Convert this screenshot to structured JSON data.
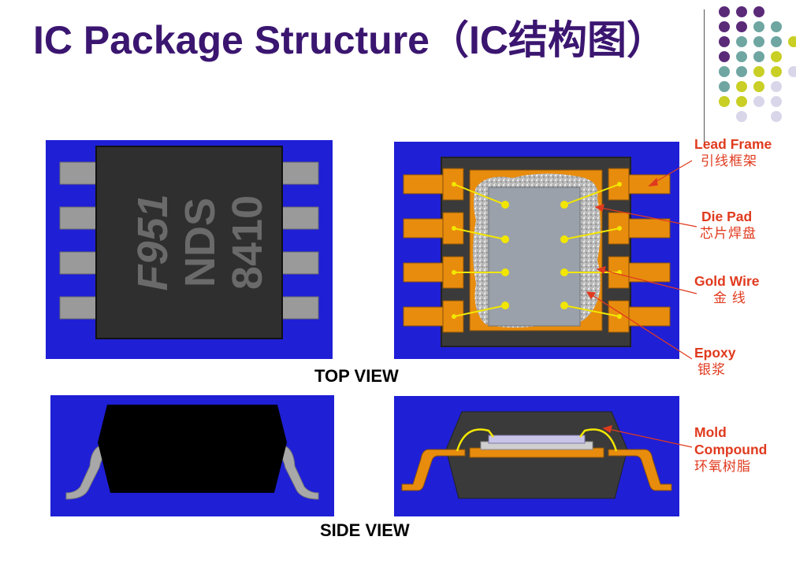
{
  "title": "IC Package Structure（IC结构图）",
  "chip_marking": {
    "line1": "F951",
    "line2": "NDS",
    "line3": "8410"
  },
  "view_labels": {
    "top": "TOP VIEW",
    "side": "SIDE VIEW"
  },
  "callouts": [
    {
      "en": "Lead Frame",
      "cn": "引线框架"
    },
    {
      "en": "Die Pad",
      "cn": "芯片焊盘"
    },
    {
      "en": "Gold Wire",
      "cn": "金 线"
    },
    {
      "en": "Epoxy",
      "cn": "银浆"
    },
    {
      "en": "Mold",
      "en2": "Compound",
      "cn": "环氧树脂"
    }
  ],
  "colors": {
    "title": "#3b1670",
    "panel_blue": "#1f1fd6",
    "chip_body": "#2f2f2f",
    "lead_gold": "#e88c0e",
    "wire": "#f2e600",
    "callout_red": "#e03a1e",
    "dot_purple": "#5a2a78",
    "dot_teal": "#6fa6a2",
    "dot_olive": "#c9cf25",
    "dot_lavender": "#d9d6ea"
  }
}
